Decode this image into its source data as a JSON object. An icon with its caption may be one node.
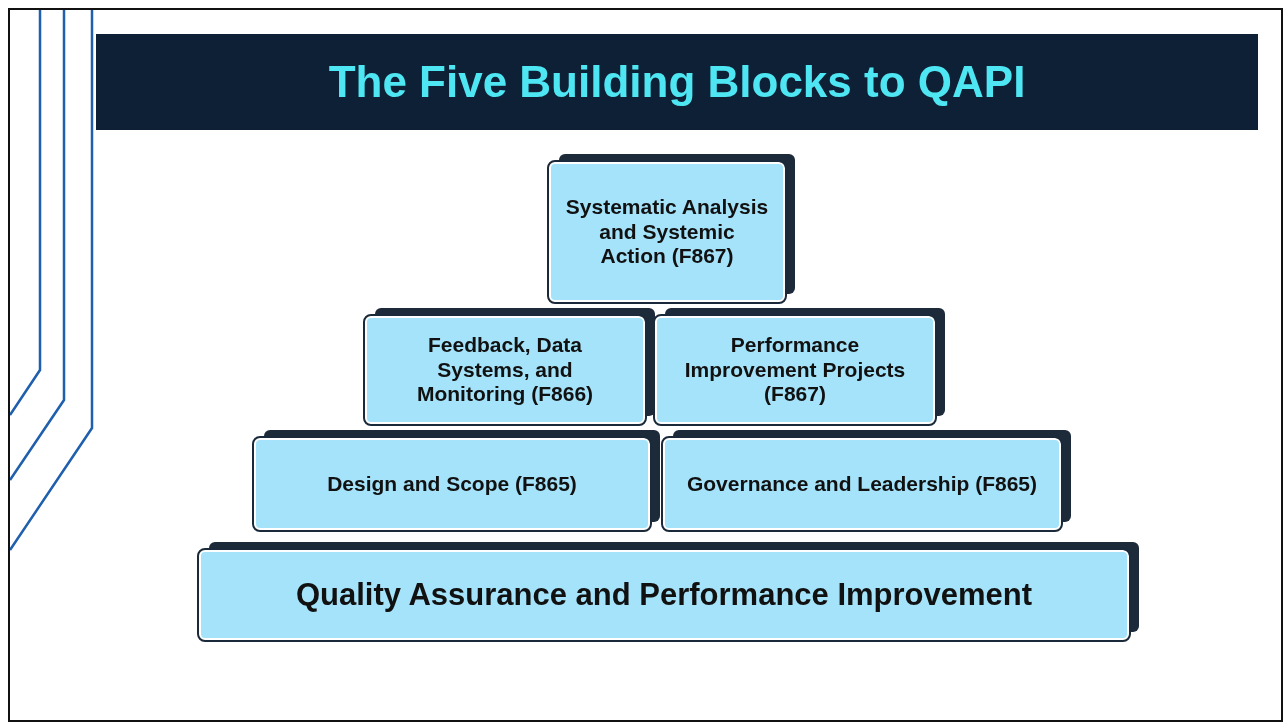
{
  "diagram": {
    "title": "The Five Building Blocks to QAPI",
    "nodes": [
      {
        "text": [
          "Systematic Analysis and Systemic Action (F867)"
        ]
      },
      {
        "text": [
          "Feedback, Data Systems, and Monitoring (F866)"
        ]
      },
      {
        "text": [
          "Performance Improvement Projects (F867)"
        ]
      },
      {
        "text": [
          "Design and Scope (F865)"
        ]
      },
      {
        "text": [
          "Governance and Leadership (F865)"
        ]
      },
      {
        "text": [
          "Quality Assurance and Performance Improvement"
        ]
      }
    ]
  }
}
